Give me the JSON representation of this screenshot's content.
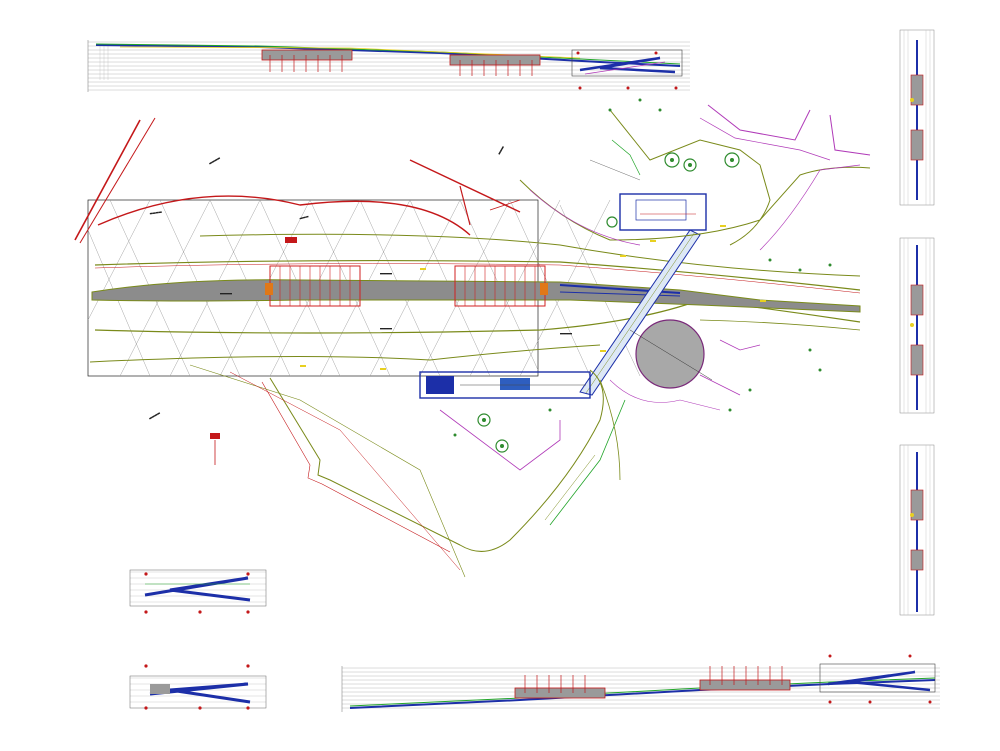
{
  "drawing": {
    "background": "#ffffff",
    "colors": {
      "road_edge": "#7a8a1a",
      "curb_red": "#c4181a",
      "platform_gray": "#8c8c8c",
      "station_red": "#d02020",
      "blue_line": "#1c2fa8",
      "green_line": "#22a52a",
      "magenta_line": "#b03ab8",
      "roundabout_fill": "#a8a8a8",
      "grid_line": "#9a9a9a",
      "tree_green": "#2e8b2e",
      "yellow_mark": "#e8d020"
    },
    "views": [
      {
        "id": "plan",
        "kind": "site-plan"
      },
      {
        "id": "elev-top",
        "kind": "longitudinal-section"
      },
      {
        "id": "elev-bottom",
        "kind": "longitudinal-section"
      },
      {
        "id": "section-small-1",
        "kind": "cross-section"
      },
      {
        "id": "section-small-2",
        "kind": "cross-section"
      },
      {
        "id": "section-right-1",
        "kind": "vertical-section"
      },
      {
        "id": "section-right-2",
        "kind": "vertical-section"
      },
      {
        "id": "section-right-3",
        "kind": "vertical-section"
      }
    ]
  }
}
